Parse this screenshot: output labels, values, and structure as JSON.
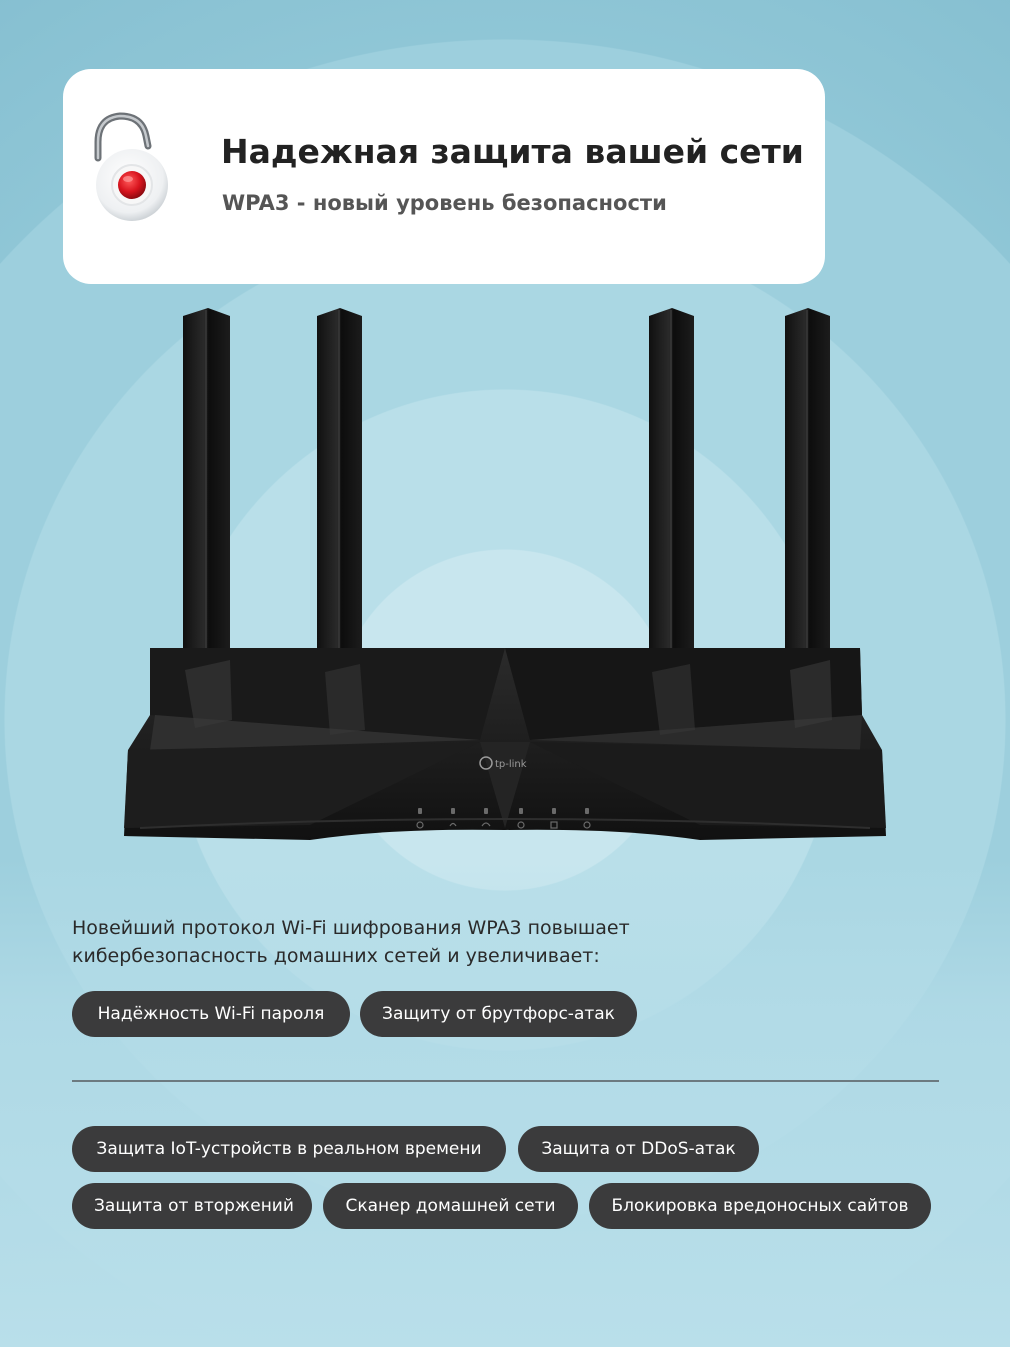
{
  "header": {
    "title": "Надежная защита вашей сети",
    "subtitle": "WPA3 - новый уровень безопасности"
  },
  "router": {
    "brand": "tp-link"
  },
  "description": {
    "line1": "Новейший протокол Wi-Fi шифрования WPA3 повышает",
    "line2": "кибербезопасность домашних сетей и увеличивает:"
  },
  "features_top": [
    "Надёжность Wi-Fi пароля",
    "Защиту от брутфорс-атак"
  ],
  "features_bottom": [
    "Защита IoT-устройств в реальном времени",
    "Защита от DDoS-атак",
    "Защита от вторжений",
    "Сканер домашней сети",
    "Блокировка вредоносных сайтов"
  ],
  "colors": {
    "background": "#a6d3e0",
    "card": "#ffffff",
    "pill": "#3b3b3c",
    "lock_button": "#d8141e"
  }
}
